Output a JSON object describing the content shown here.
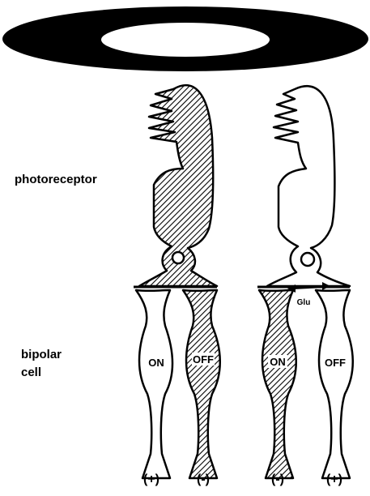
{
  "labels": {
    "photoreceptor": "photoreceptor",
    "bipolar_line1": "bipolar",
    "bipolar_line2": "cell",
    "neurotransmitter": "Glu"
  },
  "cells": {
    "left_pair": {
      "on": "ON",
      "off": "OFF",
      "on_sign": "(+)",
      "off_sign": "(-)"
    },
    "right_pair": {
      "on": "ON",
      "off": "OFF",
      "on_sign": "(-)",
      "off_sign": "(+)"
    }
  },
  "colors": {
    "ink": "#000000",
    "background": "#ffffff"
  }
}
